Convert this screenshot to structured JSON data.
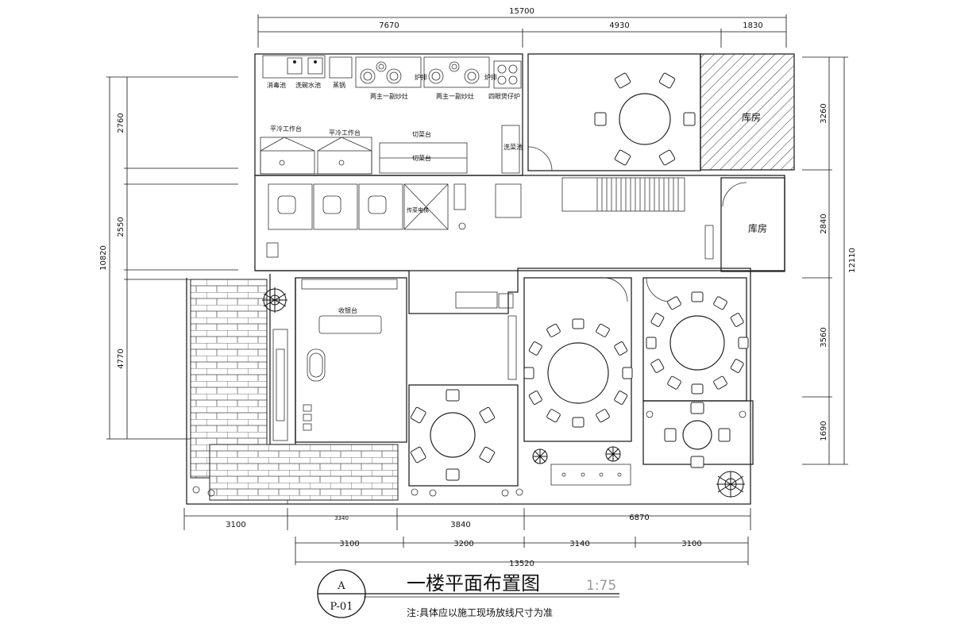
{
  "drawing": {
    "title": "一楼平面布置图",
    "scale": "1:75",
    "tag_top": "A",
    "tag_bottom": "P-01",
    "note": "注:具体应以施工现场放线尺寸为准"
  },
  "dimensions": {
    "top_total": "15700",
    "top_kitchen": "7670",
    "top_private": "4930",
    "top_store": "1830",
    "left_total": "10820",
    "left_kitchen": "2760",
    "left_middle": "2550",
    "left_lower": "4770",
    "right_total": "12110",
    "right_store_a": "3260",
    "right_store_b": "2840",
    "right_room": "3560",
    "right_bottom": "1690",
    "bottom_yard": "3100",
    "bottom_a": "3340",
    "bottom_b": "3840",
    "bottom_c": "6870",
    "bottom2_a": "3100",
    "bottom2_b": "3200",
    "bottom2_c": "3140",
    "bottom2_d": "3100",
    "bottom_total": "13520"
  },
  "labels": {
    "disinfect_sink": "消毒池",
    "wash_sink": "洗碗水池",
    "steam_pot": "蒸锅",
    "wok_1": "两主一副炒灶",
    "wok_2": "两主一副炒灶",
    "stove_4": "四眼煲仔炉",
    "furnace_a": "炉排",
    "furnace_b": "炉排",
    "cold_bench_1": "平冷工作台",
    "cold_bench_2": "平冷工作台",
    "cutting_bench_1": "切菜台",
    "cutting_bench_2": "切菜台",
    "veg_sink": "洗菜池",
    "dumbwaiter": "传菜电梯",
    "store_1": "库房",
    "store_2": "库房",
    "cashier": "收银台"
  }
}
